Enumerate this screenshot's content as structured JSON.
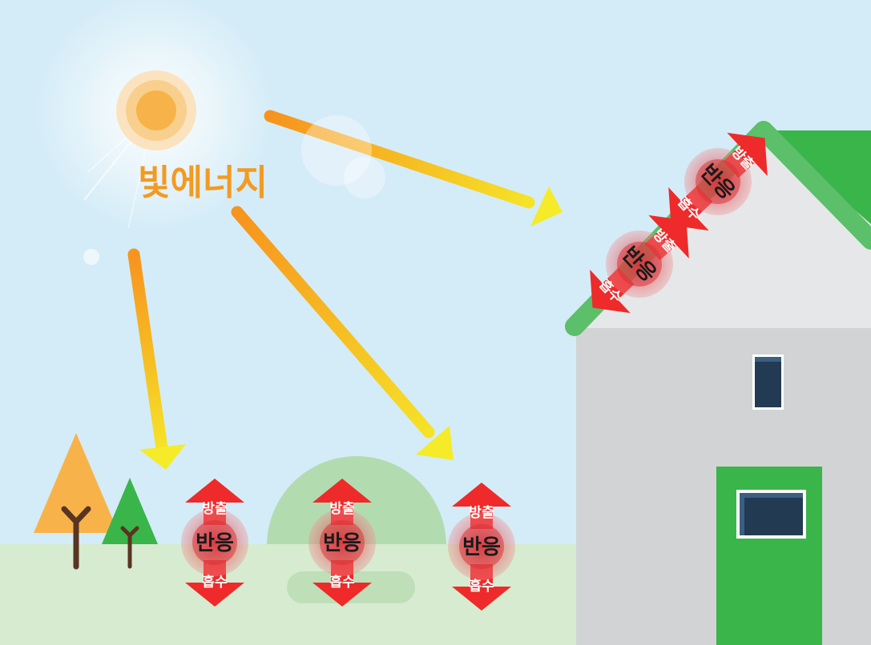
{
  "colors": {
    "sky": "#d4ecf7",
    "ground": "#d6ebd0",
    "sun": "#f7b34a",
    "title": "#f39a21",
    "ray_start": "#f7931e",
    "ray_end": "#f6eb28",
    "arrow_red": "#ee2a2a",
    "reaction_circle": "#d9353b",
    "roof": "#5cbf6a",
    "house_wall": "#d2d3d5",
    "gable": "#e6e7e8",
    "door": "#39b54a",
    "window": "#233a53"
  },
  "sun": {
    "label": "빛에너지"
  },
  "reaction": {
    "top_label": "방출",
    "center_label": "반응",
    "bottom_label": "흡수"
  }
}
